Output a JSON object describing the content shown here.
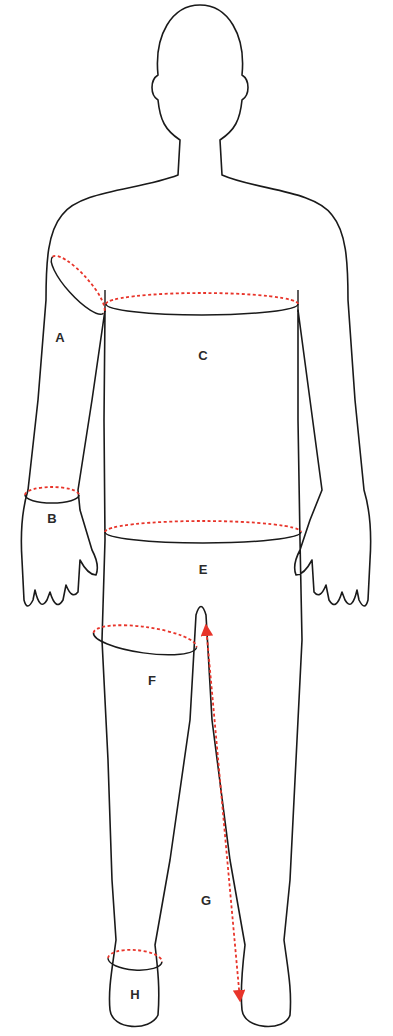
{
  "diagram": {
    "labels": [
      "A",
      "B",
      "C",
      "E",
      "F",
      "G",
      "H"
    ]
  }
}
